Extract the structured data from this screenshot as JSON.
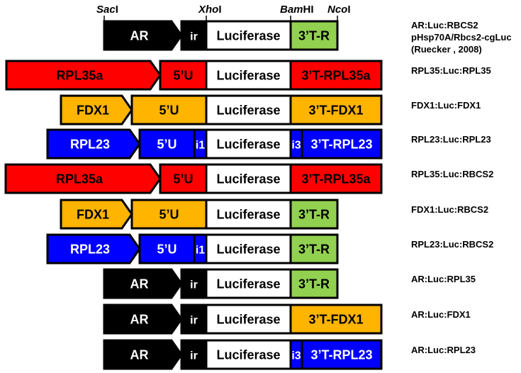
{
  "sites": [
    {
      "italic": "Sac",
      "roman": "I"
    },
    {
      "italic": "Xho",
      "roman": "I"
    },
    {
      "italic": "Bam",
      "roman": "HI"
    },
    {
      "italic": "Nco",
      "roman": "I"
    }
  ],
  "colors": {
    "black": "#000000",
    "red": "#ff0000",
    "orange": "#ffb400",
    "blue": "#0000ff",
    "green": "#92d050",
    "white": "#ffffff"
  },
  "rows": [
    {
      "name_lines": [
        "AR:Luc:RBCS2",
        "pHsp70A/Rbcs2-cgLuc",
        "(Ruecker , 2008)"
      ],
      "segments": [
        {
          "kind": "promoter",
          "label": "AR",
          "color": "black",
          "text": "white"
        },
        {
          "kind": "intron",
          "label": "ir",
          "color": "black",
          "text": "white"
        },
        {
          "kind": "luciferase",
          "label": "Luciferase",
          "color": "white",
          "text": "black"
        },
        {
          "kind": "terminator",
          "label": "3’T-R",
          "color": "green",
          "text": "black"
        }
      ]
    },
    {
      "name_lines": [
        "RPL35:Luc:RPL35"
      ],
      "segments": [
        {
          "kind": "promoter",
          "label": "RPL35a",
          "color": "red",
          "text": "black"
        },
        {
          "kind": "utr",
          "label": "5’U",
          "color": "red",
          "text": "black"
        },
        {
          "kind": "luciferase",
          "label": "Luciferase",
          "color": "white",
          "text": "black"
        },
        {
          "kind": "terminator",
          "label": "3’T-RPL35a",
          "color": "red",
          "text": "black"
        }
      ]
    },
    {
      "name_lines": [
        "FDX1:Luc:FDX1"
      ],
      "segments": [
        {
          "kind": "promoter",
          "label": "FDX1",
          "color": "orange",
          "text": "black"
        },
        {
          "kind": "utr",
          "label": "5’U",
          "color": "orange",
          "text": "black"
        },
        {
          "kind": "luciferase",
          "label": "Luciferase",
          "color": "white",
          "text": "black"
        },
        {
          "kind": "terminator",
          "label": "3’T-FDX1",
          "color": "orange",
          "text": "black"
        }
      ]
    },
    {
      "name_lines": [
        "RPL23:Luc:RPL23"
      ],
      "segments": [
        {
          "kind": "promoter",
          "label": "RPL23",
          "color": "blue",
          "text": "white"
        },
        {
          "kind": "utr",
          "label": "5’U",
          "color": "blue",
          "text": "white"
        },
        {
          "kind": "intron",
          "label": "i1",
          "color": "blue",
          "text": "white"
        },
        {
          "kind": "luciferase",
          "label": "Luciferase",
          "color": "white",
          "text": "black"
        },
        {
          "kind": "intron3",
          "label": "i3",
          "color": "blue",
          "text": "white"
        },
        {
          "kind": "terminator",
          "label": "3’T-RPL23",
          "color": "blue",
          "text": "white"
        }
      ]
    },
    {
      "name_lines": [
        "RPL35:Luc:RBCS2"
      ],
      "segments": [
        {
          "kind": "promoter",
          "label": "RPL35a",
          "color": "red",
          "text": "black"
        },
        {
          "kind": "utr",
          "label": "5’U",
          "color": "red",
          "text": "black"
        },
        {
          "kind": "luciferase",
          "label": "Luciferase",
          "color": "white",
          "text": "black"
        },
        {
          "kind": "terminator",
          "label": "3’T-RPL35a",
          "color": "red",
          "text": "black"
        }
      ]
    },
    {
      "name_lines": [
        "FDX1:Luc:RBCS2"
      ],
      "segments": [
        {
          "kind": "promoter",
          "label": "FDX1",
          "color": "orange",
          "text": "black"
        },
        {
          "kind": "utr",
          "label": "5’U",
          "color": "orange",
          "text": "black"
        },
        {
          "kind": "luciferase",
          "label": "Luciferase",
          "color": "white",
          "text": "black"
        },
        {
          "kind": "terminator",
          "label": "3’T-R",
          "color": "green",
          "text": "black"
        }
      ]
    },
    {
      "name_lines": [
        "RPL23:Luc:RBCS2"
      ],
      "segments": [
        {
          "kind": "promoter",
          "label": "RPL23",
          "color": "blue",
          "text": "white"
        },
        {
          "kind": "utr",
          "label": "5’U",
          "color": "blue",
          "text": "white"
        },
        {
          "kind": "intron",
          "label": "i1",
          "color": "blue",
          "text": "white"
        },
        {
          "kind": "luciferase",
          "label": "Luciferase",
          "color": "white",
          "text": "black"
        },
        {
          "kind": "terminator",
          "label": "3’T-R",
          "color": "green",
          "text": "black"
        }
      ]
    },
    {
      "name_lines": [
        "AR:Luc:RPL35"
      ],
      "segments": [
        {
          "kind": "promoter",
          "label": "AR",
          "color": "black",
          "text": "white"
        },
        {
          "kind": "intron",
          "label": "ir",
          "color": "black",
          "text": "white"
        },
        {
          "kind": "luciferase",
          "label": "Luciferase",
          "color": "white",
          "text": "black"
        },
        {
          "kind": "terminator",
          "label": "3’T-R",
          "color": "green",
          "text": "black"
        }
      ]
    },
    {
      "name_lines": [
        "AR:Luc:FDX1"
      ],
      "segments": [
        {
          "kind": "promoter",
          "label": "AR",
          "color": "black",
          "text": "white"
        },
        {
          "kind": "intron",
          "label": "ir",
          "color": "black",
          "text": "white"
        },
        {
          "kind": "luciferase",
          "label": "Luciferase",
          "color": "white",
          "text": "black"
        },
        {
          "kind": "terminator",
          "label": "3’T-FDX1",
          "color": "orange",
          "text": "black"
        }
      ]
    },
    {
      "name_lines": [
        "AR:Luc:RPL23"
      ],
      "segments": [
        {
          "kind": "promoter",
          "label": "AR",
          "color": "black",
          "text": "white"
        },
        {
          "kind": "intron",
          "label": "ir",
          "color": "black",
          "text": "white"
        },
        {
          "kind": "luciferase",
          "label": "Luciferase",
          "color": "white",
          "text": "black"
        },
        {
          "kind": "intron3",
          "label": "i3",
          "color": "blue",
          "text": "white"
        },
        {
          "kind": "terminator",
          "label": "3’T-RPL23",
          "color": "blue",
          "text": "white"
        }
      ]
    }
  ]
}
